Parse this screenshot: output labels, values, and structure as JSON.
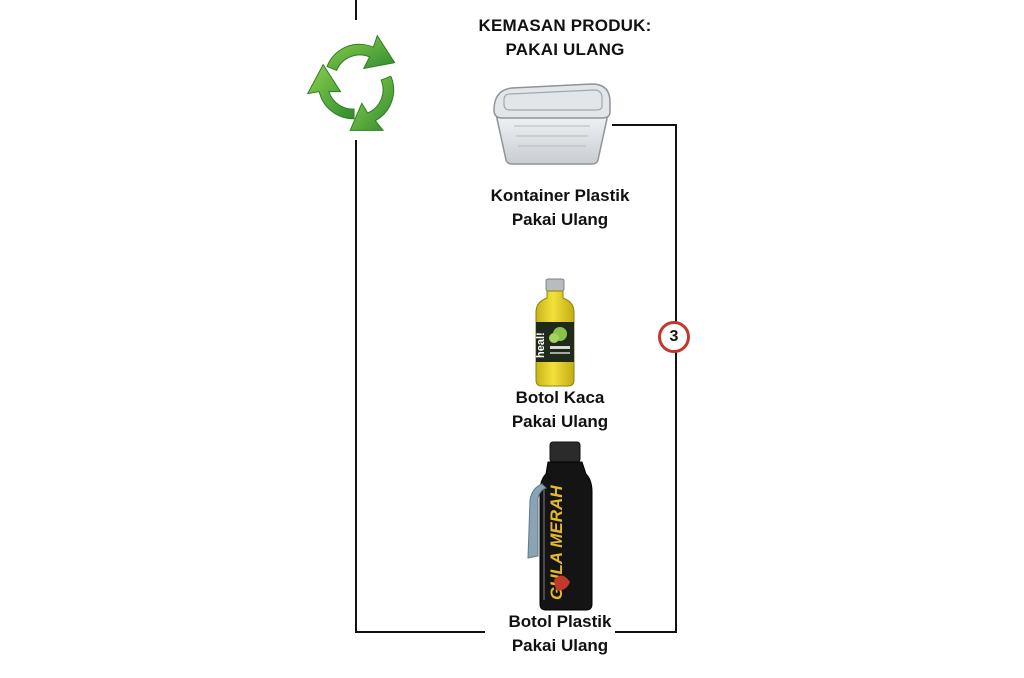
{
  "header": {
    "title_line1": "KEMASAN PRODUK:",
    "title_line2": "PAKAI ULANG"
  },
  "step_badge": {
    "number": "3",
    "border_color": "#c0392b"
  },
  "recycle_symbol": {
    "icon": "recycle-arrows-icon",
    "color": "#4caf2e"
  },
  "products": [
    {
      "line1": "Kontainer Plastik",
      "line2": "Pakai Ulang",
      "icon": "plastic-container-icon"
    },
    {
      "line1": "Botol Kaca",
      "line2": "Pakai Ulang",
      "icon": "glass-bottle-icon",
      "bottle_label": "heal!"
    },
    {
      "line1": "Botol Plastik",
      "line2": "Pakai Ulang",
      "icon": "plastic-bottle-icon",
      "bottle_label": "GULA MERAH"
    }
  ]
}
